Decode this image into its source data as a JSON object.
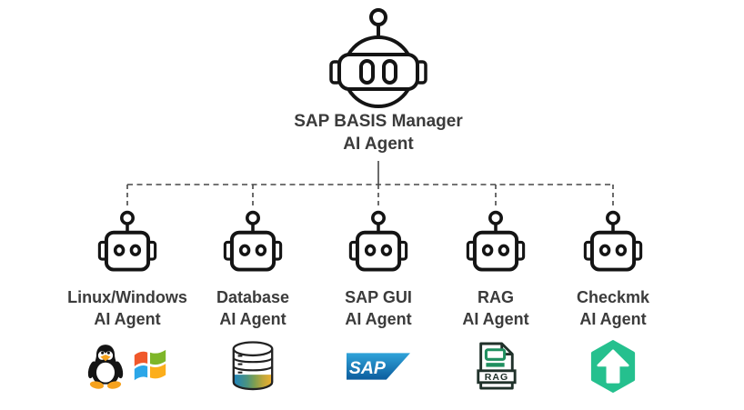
{
  "root": {
    "line1": "SAP BASIS Manager",
    "line2": "AI Agent",
    "icon": "robot-round-head-icon"
  },
  "agents": [
    {
      "name": "Linux/Windows AI Agent",
      "line1": "Linux/Windows",
      "line2": "AI Agent",
      "icons": [
        "linux-tux-icon",
        "windows-logo-icon"
      ]
    },
    {
      "name": "Database AI Agent",
      "line1": "Database",
      "line2": "AI Agent",
      "icons": [
        "database-cylinder-icon"
      ]
    },
    {
      "name": "SAP GUI AI Agent",
      "line1": "SAP GUI",
      "line2": "AI Agent",
      "icons": [
        "sap-logo-icon"
      ],
      "logo_text": "SAP"
    },
    {
      "name": "RAG AI Agent",
      "line1": "RAG",
      "line2": "AI Agent",
      "icons": [
        "rag-file-icon"
      ],
      "logo_text": "RAG"
    },
    {
      "name": "Checkmk AI Agent",
      "line1": "Checkmk",
      "line2": "AI Agent",
      "icons": [
        "checkmk-hexagon-arrow-icon"
      ]
    }
  ],
  "colors": {
    "background": "#ffffff",
    "text": "#3b3b3b",
    "connector_line": "#474747",
    "robot_stroke": "#141414",
    "checkmk_green": "#25c08e",
    "rag_green": "#1f8f5f",
    "rag_outline": "#20312a",
    "sap_blue_light": "#30a3d9",
    "sap_blue_dark": "#0c5d9e",
    "windows_red": "#f0582b",
    "windows_green": "#7eb629",
    "windows_blue": "#2ba6e8",
    "windows_yellow": "#fcae1b",
    "db_band_blue": "#1f83bd",
    "db_band_green": "#7fa050",
    "db_band_gold": "#f0b02f",
    "tux_black": "#141414",
    "tux_orange": "#f6a21d"
  }
}
